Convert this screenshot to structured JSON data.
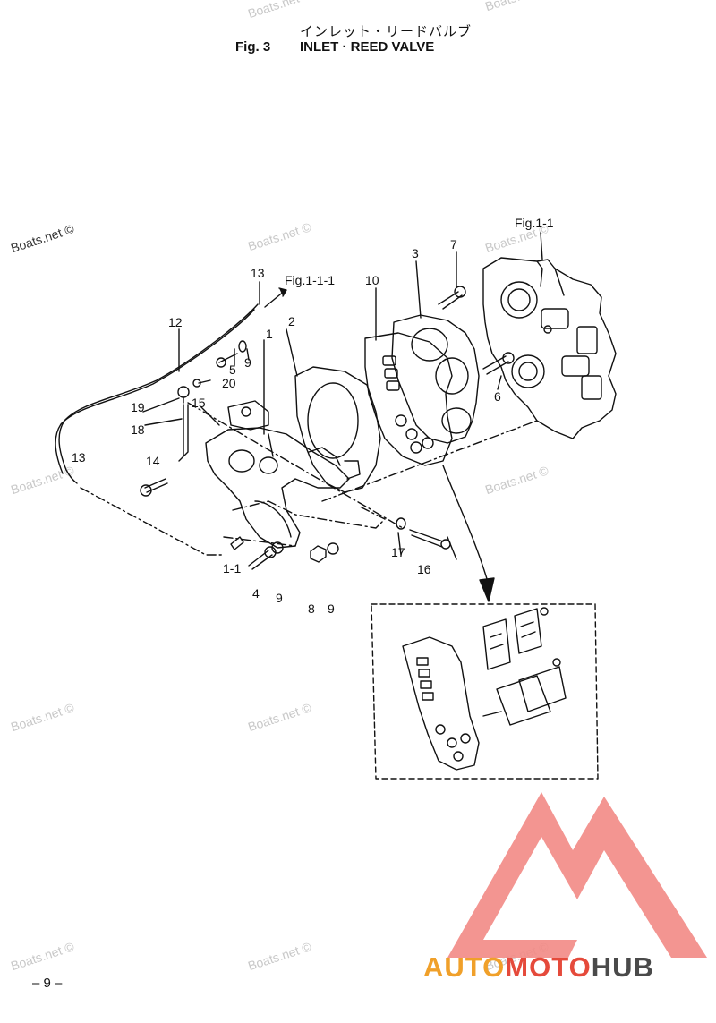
{
  "header": {
    "jp_title": "インレット・リードバルブ",
    "fig_label": "Fig. 3",
    "title": "INLET · REED VALVE"
  },
  "watermark": "Boats.net ©",
  "references": {
    "fig_1_1": "Fig.1-1",
    "fig_1_1_1": "Fig.1-1-1"
  },
  "callouts": [
    "13",
    "12",
    "2",
    "10",
    "3",
    "7",
    "5",
    "9",
    "20",
    "1",
    "19",
    "18",
    "15",
    "6",
    "13",
    "14",
    "1-1",
    "4",
    "9",
    "8",
    "9",
    "17",
    "16"
  ],
  "page_number": "– 9 –",
  "logo": {
    "part1": "AUTO",
    "part2": "MOTO",
    "part3": "HUB",
    "colors": {
      "auto": "#f0a02a",
      "moto": "#e54a3b",
      "hub": "#4a4a4a",
      "triangle": "#e54a3b"
    }
  }
}
